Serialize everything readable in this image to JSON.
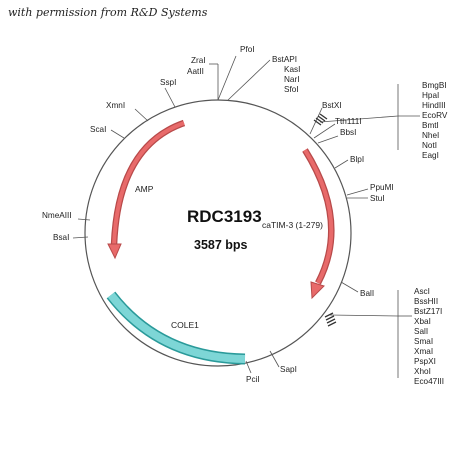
{
  "credit": "with permission from R&D Systems",
  "plasmid": {
    "name": "RDC3193",
    "size": "3587 bps"
  },
  "features": {
    "amp": "AMP",
    "insert": "caTIM-3 (1-279)",
    "ori": "COLE1"
  },
  "sites": {
    "zral": "ZraI",
    "aatll": "AatII",
    "pfol": "PfoI",
    "bstapi": "BstAPI",
    "kasl": "KasI",
    "narl": "NarI",
    "sfol": "SfoI",
    "sspl": "SspI",
    "xmnl": "XmnI",
    "scal": "ScaI",
    "nmeaiii": "NmeAIII",
    "bsal": "BsaI",
    "bstxi": "BstXI",
    "tth111i": "Tth111I",
    "bbsl": "BbsI",
    "blpl": "BlpI",
    "ppumi": "PpuMI",
    "stul": "StuI",
    "ball": "BalI",
    "sapl": "SapI",
    "pcil": "PciI"
  },
  "mcs_top": [
    "BmgBI",
    "HpaI",
    "HindIII",
    "EcoRV",
    "BmtI",
    "NheI",
    "NotI",
    "EagI"
  ],
  "mcs_bottom": [
    "AscI",
    "BssHII",
    "BstZ17I",
    "XbaI",
    "SalI",
    "SmaI",
    "XmaI",
    "PspXI",
    "XhoI",
    "Eco47III"
  ]
}
